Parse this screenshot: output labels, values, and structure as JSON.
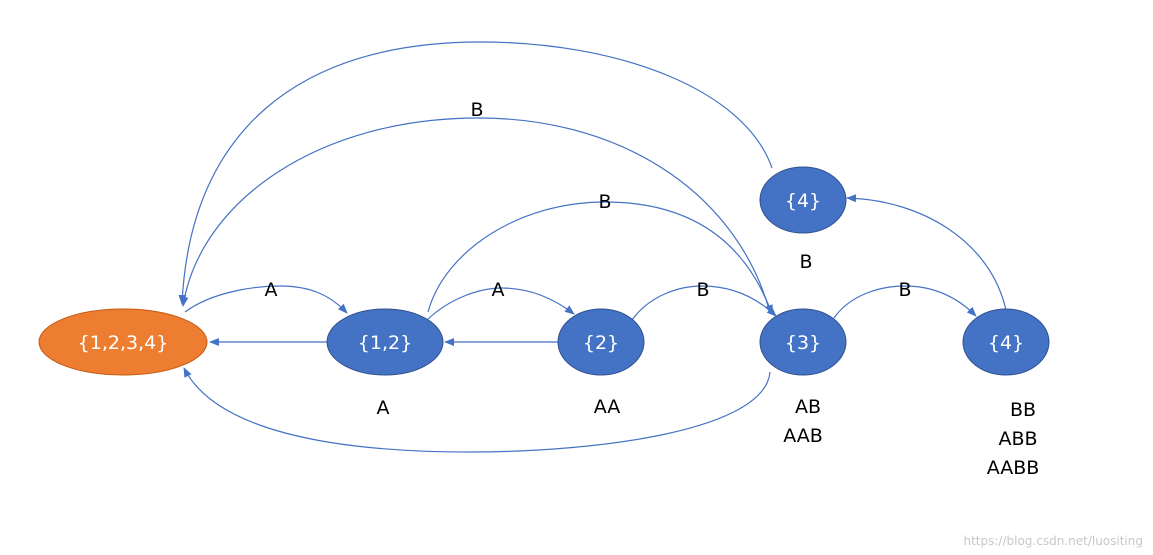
{
  "colors": {
    "start_node": "#ed7d31",
    "node": "#4472c4",
    "node_border": "#2f528f",
    "edge": "#4472c4",
    "text_on_node": "#ffffff",
    "text": "#000000"
  },
  "nodes": {
    "start": {
      "label": "{1,2,3,4}"
    },
    "n12": {
      "label": "{1,2}"
    },
    "n2": {
      "label": "{2}"
    },
    "n3": {
      "label": "{3}"
    },
    "n4": {
      "label": "{4}"
    },
    "n4_top": {
      "label": "{4}"
    }
  },
  "edge_labels": {
    "top_b": "B",
    "mid_b": "B",
    "start_to_12_a": "A",
    "n12_to_2_a": "A",
    "n2_to_3_b": "B",
    "n3_to_4_b": "B"
  },
  "captions": {
    "n12": "A",
    "n2": "AA",
    "n3_line1": "AB",
    "n3_line2": "AAB",
    "n4_line1": "BB",
    "n4_line2": "ABB",
    "n4_line3": "AABB",
    "n4_top": "B"
  },
  "watermark": "https://blog.csdn.net/luositing"
}
